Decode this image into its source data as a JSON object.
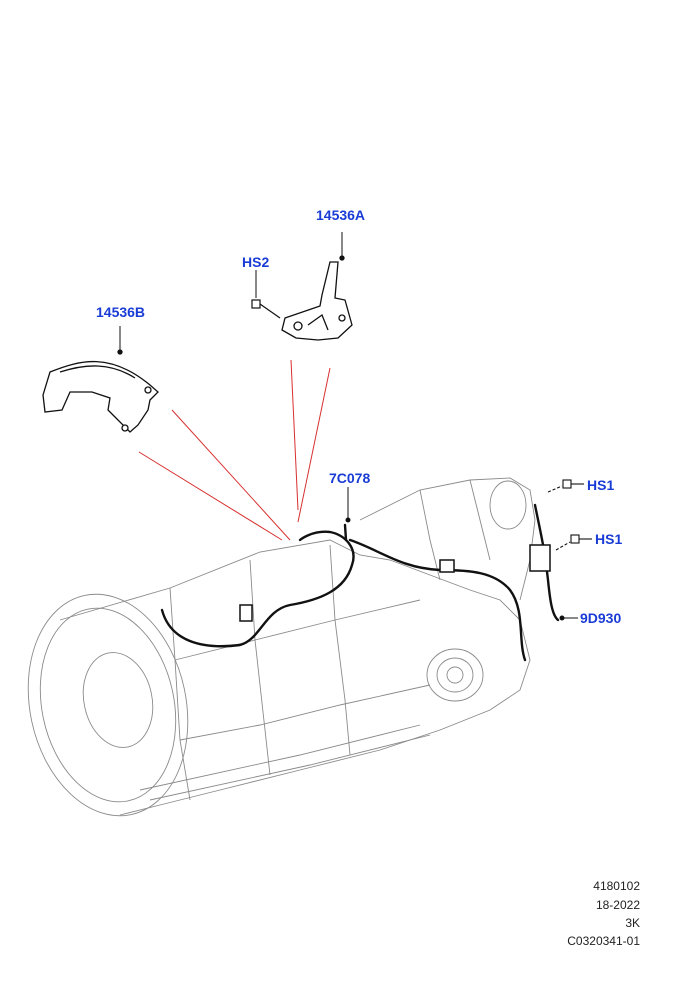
{
  "callouts": {
    "c14536A": "14536A",
    "cHS2": "HS2",
    "c14536B": "14536B",
    "c7C078": "7C078",
    "cHS1_top": "HS1",
    "cHS1_bottom": "HS1",
    "c9D930": "9D930"
  },
  "footer": {
    "line1": "4180102",
    "line2": "18-2022",
    "line3": "3K",
    "line4": "C0320341-01"
  },
  "colors": {
    "callout": "#1a3cd6",
    "leader": "#d83030",
    "line_art": "#8a8a8a",
    "harness": "#111111"
  }
}
